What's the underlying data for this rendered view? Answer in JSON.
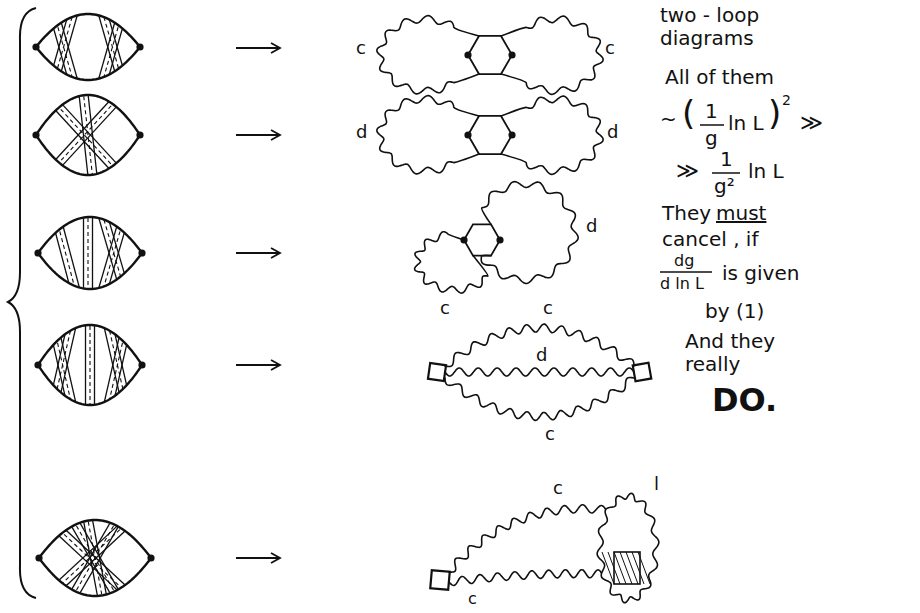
{
  "diagram": {
    "labels": [
      "c",
      "c",
      "d",
      "d",
      "d",
      "c",
      "c",
      "d",
      "c",
      "c",
      "l",
      "c",
      "two - loop diagrams",
      "All of them",
      "~",
      "(",
      "1",
      "g",
      "ln L",
      ")",
      "2",
      "≫",
      "≫",
      "1",
      "g²",
      "ln L",
      "They",
      "must",
      "cancel , if",
      "dg",
      "d ln L",
      "is given",
      "by (1)",
      "And they really",
      "DO."
    ]
  }
}
